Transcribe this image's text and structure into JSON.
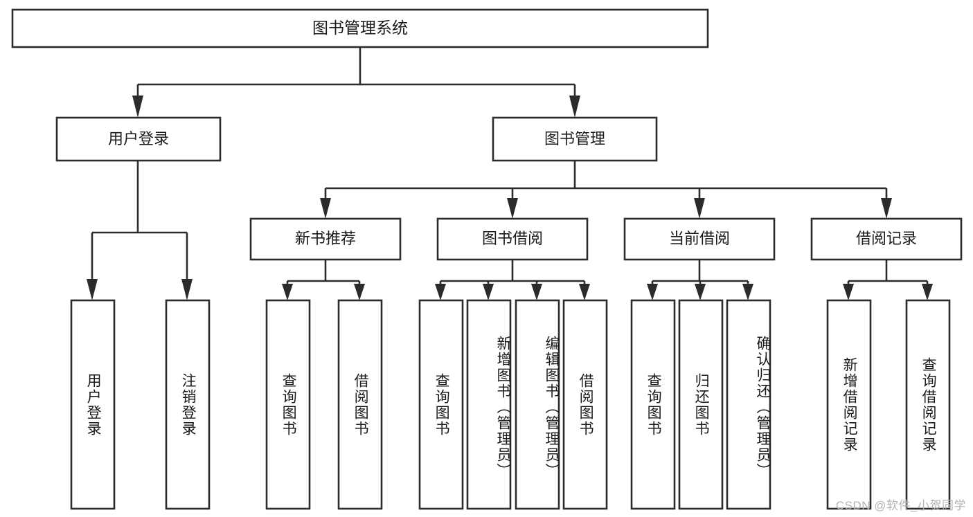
{
  "diagram": {
    "type": "hierarchy-tree",
    "title": "图书管理系统",
    "watermark": "CSDN @软件_小贺同学",
    "colors": {
      "background": "#ffffff",
      "box_stroke": "#2b2b2b",
      "box_fill": "#ffffff",
      "text": "#1a1a1a",
      "watermark": "#b4b4b4"
    },
    "levels": {
      "root": {
        "label": "图书管理系统"
      },
      "level2": [
        {
          "id": "user-login",
          "label": "用户登录"
        },
        {
          "id": "book-manage",
          "label": "图书管理"
        }
      ],
      "level3": [
        {
          "id": "new-book-recommend",
          "label": "新书推荐"
        },
        {
          "id": "book-borrow",
          "label": "图书借阅"
        },
        {
          "id": "current-borrow",
          "label": "当前借阅"
        },
        {
          "id": "borrow-record",
          "label": "借阅记录"
        }
      ],
      "level4": {
        "user_login_children": [
          {
            "id": "leaf-user-login",
            "label": "用户登录"
          },
          {
            "id": "leaf-logout",
            "label": "注销登录"
          }
        ],
        "new_book_recommend_children": [
          {
            "id": "leaf-query-book-1",
            "label": "查询图书"
          },
          {
            "id": "leaf-borrow-book-1",
            "label": "借阅图书"
          }
        ],
        "book_borrow_children": [
          {
            "id": "leaf-query-book-2",
            "label": "查询图书"
          },
          {
            "id": "leaf-add-book",
            "label": "新增图书（管理员）"
          },
          {
            "id": "leaf-edit-book",
            "label": "编辑图书（管理员）"
          },
          {
            "id": "leaf-borrow-book-2",
            "label": "借阅图书"
          }
        ],
        "current_borrow_children": [
          {
            "id": "leaf-query-book-3",
            "label": "查询图书"
          },
          {
            "id": "leaf-return-book",
            "label": "归还图书"
          },
          {
            "id": "leaf-confirm-return",
            "label": "确认归还（管理员）"
          }
        ],
        "borrow_record_children": [
          {
            "id": "leaf-add-record",
            "label": "新增借阅记录"
          },
          {
            "id": "leaf-query-record",
            "label": "查询借阅记录"
          }
        ]
      }
    }
  }
}
